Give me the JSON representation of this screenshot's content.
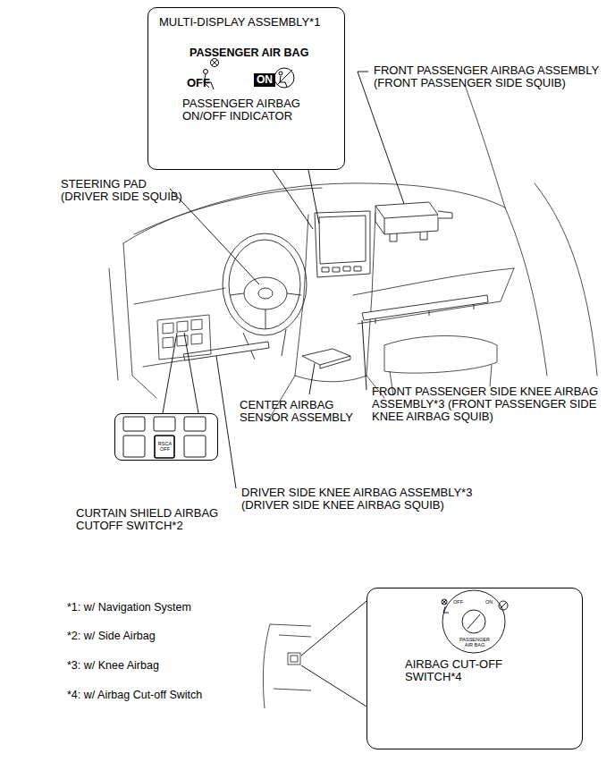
{
  "diagram": {
    "nodes": [
      {
        "text": [
          "MULTI-DISPLAY ASSEMBLY*1",
          "PASSENGER AIR BAG",
          "OFF",
          "ON",
          "PASSENGER AIRBAG ON/OFF INDICATOR"
        ]
      },
      {
        "text": [
          "RSCA OFF",
          "CURTAIN SHIELD AIRBAG CUTOFF SWITCH*2"
        ]
      },
      {
        "text": [
          "OFF",
          "ON",
          "PASSENGER AIR BAG",
          "AIRBAG CUT-OFF SWITCH*4"
        ]
      }
    ],
    "labels": [
      "FRONT PASSENGER AIRBAG ASSEMBLY (FRONT PASSENGER SIDE SQUIB)",
      "STEERING PAD (DRIVER SIDE SQUIB)",
      "CENTER AIRBAG SENSOR ASSEMBLY",
      "FRONT PASSENGER SIDE KNEE AIRBAG ASSEMBLY*3 (FRONT PASSENGER SIDE KNEE AIRBAG SQUIB)",
      "DRIVER SIDE KNEE AIRBAG ASSEMBLY*3 (DRIVER SIDE KNEE AIRBAG SQUIB)",
      "*1: w/ Navigation System",
      "*2: w/ Side Airbag",
      "*3: w/ Knee Airbag",
      "*4: w/ Airbag Cut-off Switch"
    ]
  }
}
